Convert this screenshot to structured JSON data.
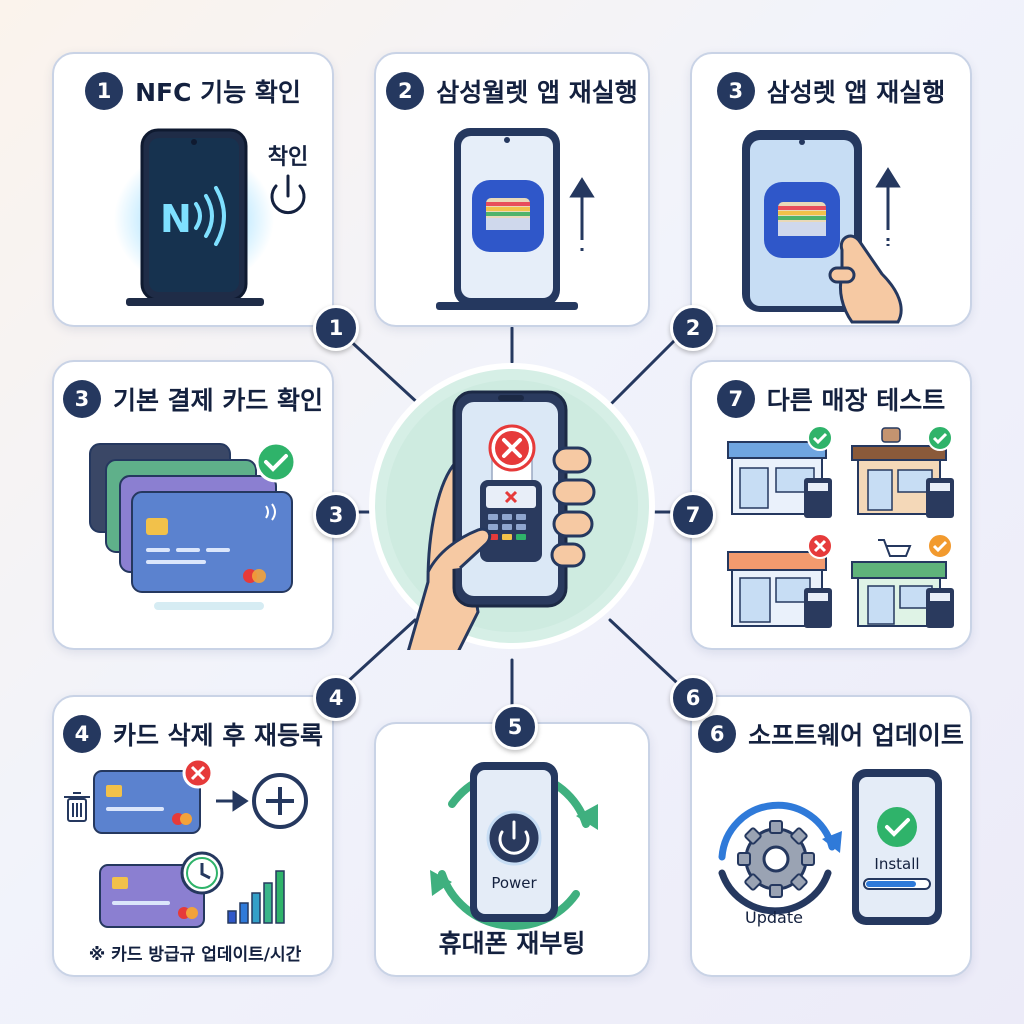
{
  "center": {
    "status_icon": "x-circle-icon",
    "terminal_icon": "payment-terminal-icon"
  },
  "steps": [
    {
      "number": "1",
      "title": "NFC 기능 확인",
      "confirm_label": "착인",
      "nfc_label": "N"
    },
    {
      "number": "2",
      "title": "삼성월렛 앱 재실행"
    },
    {
      "number": "3",
      "title": "삼성렛 앱 재실행"
    },
    {
      "number": "3",
      "title": "기본 결제 카드 확인"
    },
    {
      "number": "7",
      "title": "다른 매장 테스트"
    },
    {
      "number": "4",
      "title": "카드 삭제 후 재등록",
      "note": "※ 카드 방급규 업데이트/시간"
    },
    {
      "number": "5",
      "title": "휴대폰 재부팅",
      "power_label": "Power"
    },
    {
      "number": "6",
      "title": "소프트웨어 업데이트",
      "update_label": "Update",
      "install_label": "Install"
    }
  ],
  "connector_nodes": [
    "1",
    "2",
    "3",
    "7",
    "4",
    "5",
    "6"
  ],
  "colors": {
    "navy": "#25385f",
    "success": "#2fb36a",
    "error": "#e63a3a",
    "warning": "#f29a2e",
    "wallet": "#2f57c9"
  }
}
